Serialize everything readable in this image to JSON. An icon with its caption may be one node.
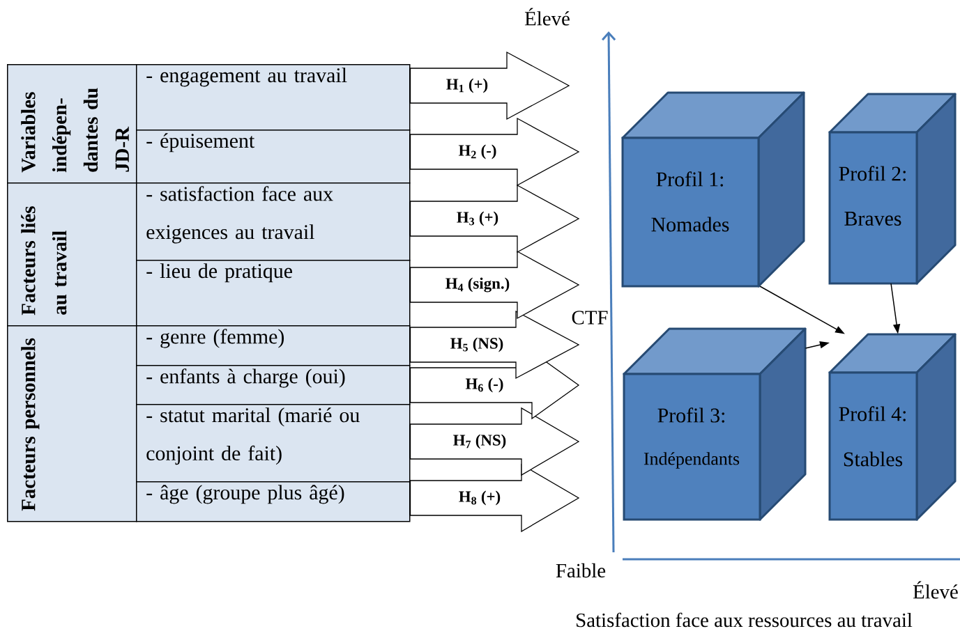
{
  "diagram": {
    "nodes": [
      {
        "text": [
          "Variables indépen- dantes du JD-R"
        ]
      },
      {
        "text": [
          "Facteurs liés au travail"
        ]
      },
      {
        "text": [
          "Facteurs personnels"
        ]
      },
      {
        "text": [
          "- engagement au travail"
        ]
      },
      {
        "text": [
          "- épuisement"
        ]
      },
      {
        "text": [
          "- satisfaction face aux exigences au travail"
        ]
      },
      {
        "text": [
          "- lieu de pratique"
        ]
      },
      {
        "text": [
          "- genre (femme)"
        ]
      },
      {
        "text": [
          "- enfants à charge (oui)"
        ]
      },
      {
        "text": [
          "- statut marital (marié ou conjoint de fait)"
        ]
      },
      {
        "text": [
          "- âge (groupe plus âgé)"
        ]
      },
      {
        "text": [
          "Profil 1:",
          "Nomades"
        ]
      },
      {
        "text": [
          "Profil 2:",
          "Braves"
        ]
      },
      {
        "text": [
          "Profil 3:",
          "Indépendants"
        ]
      },
      {
        "text": [
          "Profil 4:",
          "Stables"
        ]
      }
    ],
    "edges": [
      {
        "from": 3,
        "to": null,
        "arrow": "to",
        "label": "H$_{1}$ (+)",
        "style": "thick"
      },
      {
        "from": 4,
        "to": null,
        "arrow": "to",
        "label": "H$_{2}$ (-)",
        "style": "thick"
      },
      {
        "from": 5,
        "to": null,
        "arrow": "to",
        "label": "H$_{3}$ (+)",
        "style": "thick"
      },
      {
        "from": 6,
        "to": null,
        "arrow": "to",
        "label": "H$_{4}$ (sign.)",
        "style": "thick"
      },
      {
        "from": 7,
        "to": null,
        "arrow": "to",
        "label": "H$_{5}$ (NS)",
        "style": "thick"
      },
      {
        "from": 8,
        "to": null,
        "arrow": "to",
        "label": "H$_{6}$ (-)",
        "style": "thick"
      },
      {
        "from": 9,
        "to": null,
        "arrow": "to",
        "label": "H$_{7}$ (NS)",
        "style": "thick"
      },
      {
        "from": 10,
        "to": null,
        "arrow": "to",
        "label": "H$_{8}$ (+)",
        "style": "thick"
      },
      {
        "from": 11,
        "to": 14,
        "arrow": "to"
      },
      {
        "from": 12,
        "to": 14,
        "arrow": "to"
      },
      {
        "from": 13,
        "to": 14,
        "arrow": "to"
      }
    ],
    "labels": [
      "Élevé",
      "CTF",
      "Faible",
      "Élevé",
      "Satisfaction face aux ressources au travail"
    ]
  }
}
